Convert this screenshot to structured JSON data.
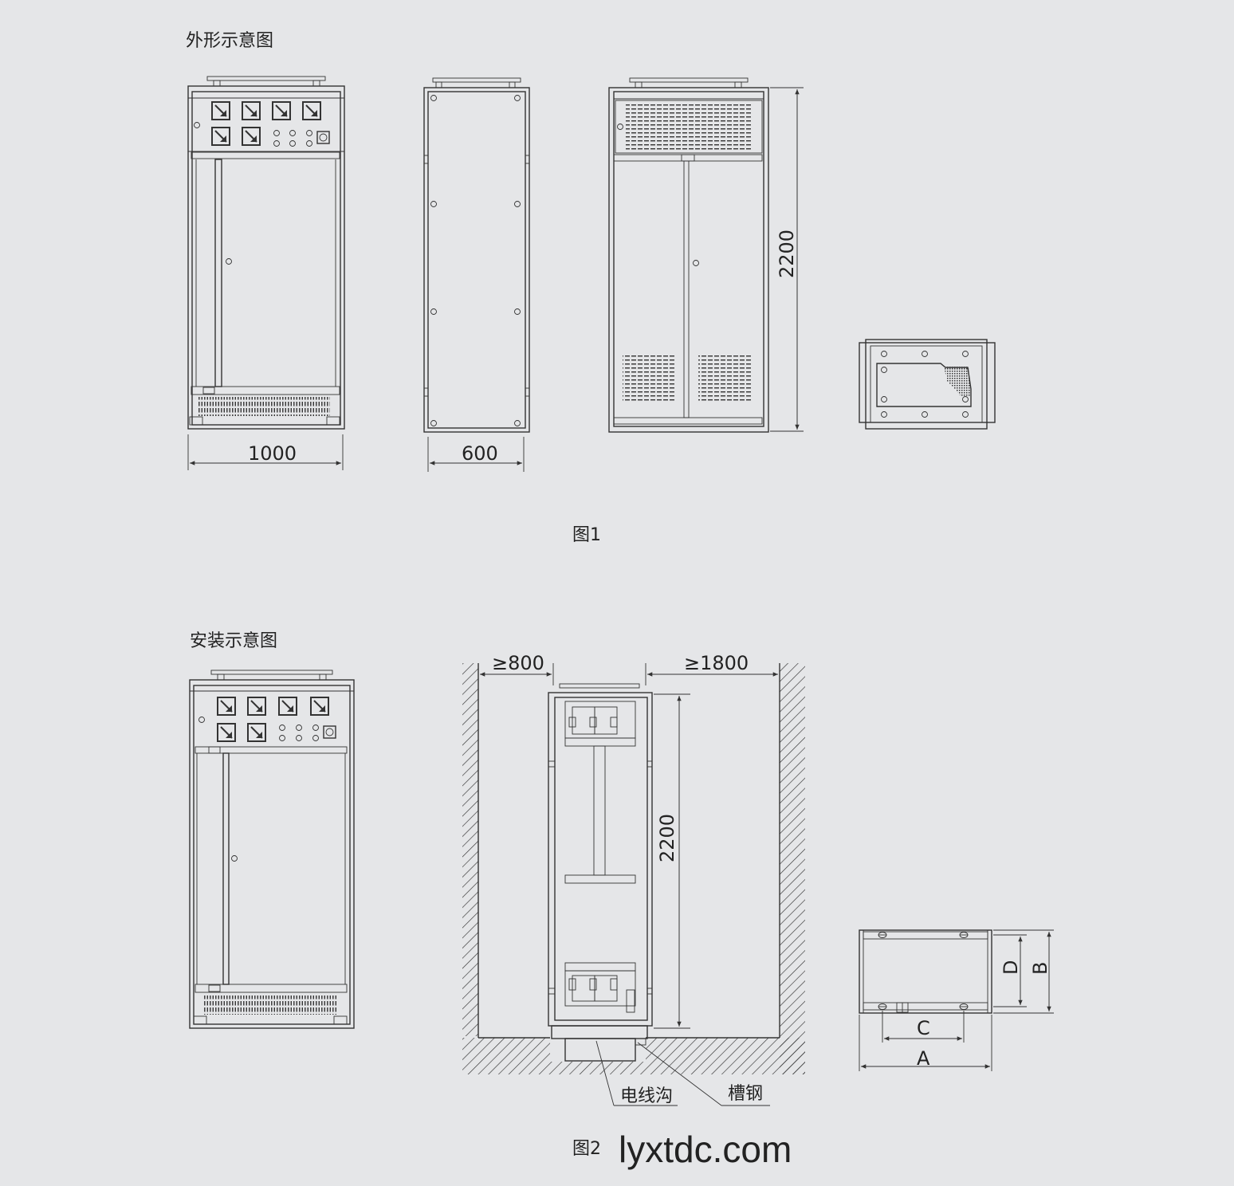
{
  "sections": {
    "appearance_title": "外形示意图",
    "installation_title": "安装示意图"
  },
  "figure1": {
    "caption": "图1",
    "width_dimension": "1000",
    "depth_dimension": "600",
    "height_dimension": "2200"
  },
  "figure2": {
    "caption": "图2",
    "front_clearance": "≥800",
    "rear_clearance": "≥1800",
    "height_dimension": "2200",
    "cable_trench_label": "电线沟",
    "channel_steel_label": "槽钢",
    "base_dimensions": {
      "a": "A",
      "b": "B",
      "c": "C",
      "d": "D"
    }
  },
  "watermark": "lyxtdc.com",
  "colors": {
    "background": "#e5e6e8",
    "line": "#333333"
  }
}
